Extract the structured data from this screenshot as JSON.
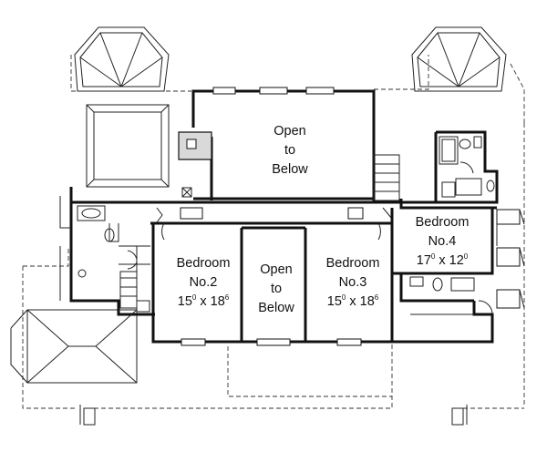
{
  "rooms": {
    "open_top": {
      "line1": "Open",
      "line2": "to",
      "line3": "Below"
    },
    "bedroom2": {
      "name": "Bedroom",
      "number": "No.2",
      "w": "15",
      "w_sup": "0",
      "x": "x",
      "h": "18",
      "h_sup": "6"
    },
    "open_center": {
      "line1": "Open",
      "line2": "to",
      "line3": "Below"
    },
    "bedroom3": {
      "name": "Bedroom",
      "number": "No.3",
      "w": "15",
      "w_sup": "0",
      "x": "x",
      "h": "18",
      "h_sup": "6"
    },
    "bedroom4": {
      "name": "Bedroom",
      "number": "No.4",
      "w": "17",
      "w_sup": "0",
      "x": "x",
      "h": "12",
      "h_sup": "0"
    }
  },
  "colors": {
    "line": "#111111",
    "background": "#ffffff",
    "hatch": "#d9d9d9"
  }
}
